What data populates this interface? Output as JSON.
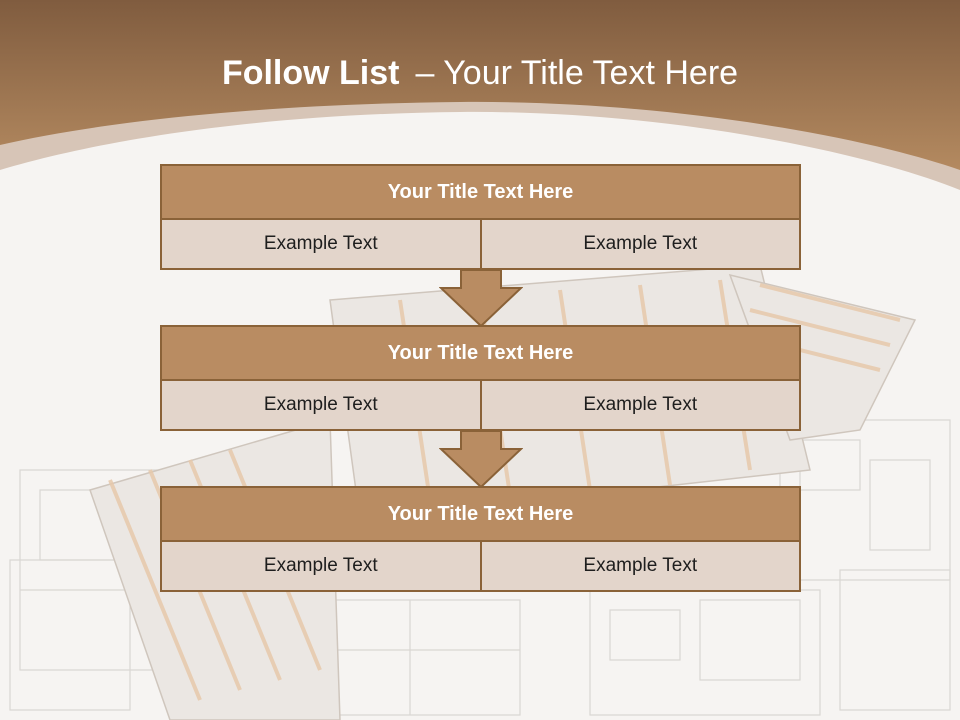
{
  "title": {
    "bold": "Follow List",
    "rest": "– Your Title Text Here"
  },
  "colors": {
    "header_brown": "#a87a52",
    "header_light": "#d8c2b0",
    "box_title": "#b98c62",
    "box_cell": "#e3d5cb",
    "border": "#8a6238"
  },
  "steps": [
    {
      "title": "Your Title Text Here",
      "left": "Example Text",
      "right": "Example Text"
    },
    {
      "title": "Your Title Text Here",
      "left": "Example Text",
      "right": "Example Text"
    },
    {
      "title": "Your Title Text Here",
      "left": "Example Text",
      "right": "Example Text"
    }
  ]
}
